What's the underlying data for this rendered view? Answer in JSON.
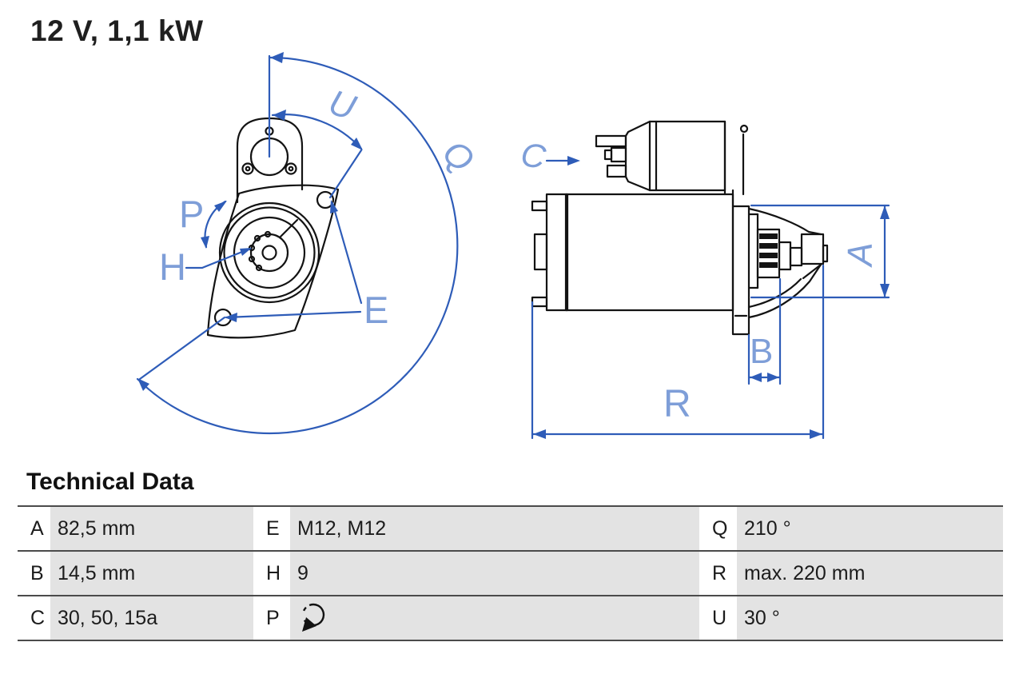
{
  "title": "12 V, 1,1 kW",
  "diagram": {
    "front_view": {
      "description": "starter motor front view with mounting flange",
      "labels": {
        "U": "U",
        "Q": "Q",
        "P": "P",
        "H": "H",
        "E": "E"
      }
    },
    "side_view": {
      "description": "starter motor side view with solenoid and pinion",
      "labels": {
        "C": "C",
        "A": "A",
        "B": "B",
        "R": "R"
      }
    },
    "colors": {
      "dimension_blue": "#2e5cb8",
      "label_blue": "#7e9ed8",
      "drawing_black": "#131313"
    }
  },
  "technical_data": {
    "heading": "Technical Data",
    "rows": [
      [
        {
          "key": "A",
          "value": "82,5 mm"
        },
        {
          "key": "E",
          "value": "M12, M12"
        },
        {
          "key": "Q",
          "value": "210 °"
        }
      ],
      [
        {
          "key": "B",
          "value": "14,5 mm"
        },
        {
          "key": "H",
          "value": "9"
        },
        {
          "key": "R",
          "value": "max. 220 mm"
        }
      ],
      [
        {
          "key": "C",
          "value": "30, 50, 15a"
        },
        {
          "key": "P",
          "value": "",
          "icon": "counterclockwise-rotation-icon"
        },
        {
          "key": "U",
          "value": "30 °"
        }
      ]
    ],
    "cell_gray": "#e3e3e3"
  }
}
